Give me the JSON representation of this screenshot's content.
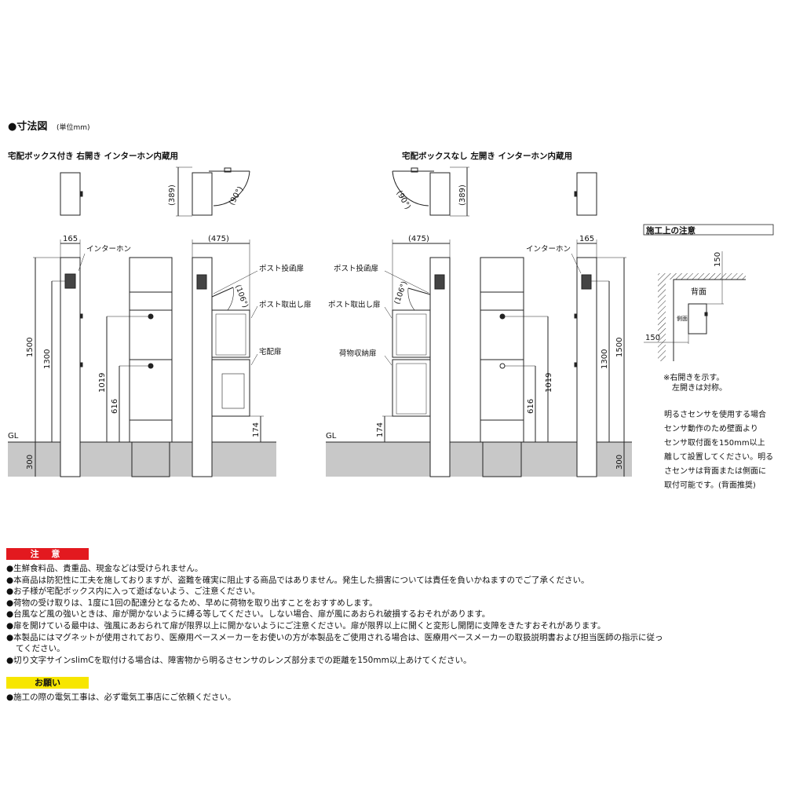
{
  "header": {
    "title": "●寸法図",
    "unit": "(単位mm)"
  },
  "left": {
    "subtitle": "宅配ボックス付き 右開き インターホン内蔵用",
    "dims": {
      "depth": "(389)",
      "angle": "(90°)",
      "width": "165",
      "total_width": "(475)",
      "h1500": "1500",
      "h1300": "1300",
      "h1019": "1019",
      "h616": "616",
      "h174": "174",
      "h300": "300",
      "post_angle": "(106°)"
    },
    "labels": {
      "intercom": "インターホン",
      "post_in": "ポスト投函扉",
      "post_out": "ポスト取出し扉",
      "delivery": "宅配扉",
      "gl": "GL"
    }
  },
  "right": {
    "subtitle": "宅配ボックスなし 左開き インターホン内蔵用",
    "dims": {
      "depth": "(389)",
      "angle": "(90°)",
      "width": "165",
      "total_width": "(475)",
      "h1500": "1500",
      "h1300": "1300",
      "h1019": "1019",
      "h616": "616",
      "h174": "174",
      "h300": "300",
      "post_angle": "(106°)"
    },
    "labels": {
      "intercom": "インターホン",
      "post_in": "ポスト投函扉",
      "post_out": "ポスト取出し扉",
      "storage": "荷物収納扉",
      "gl": "GL"
    }
  },
  "install": {
    "title": "施工上の注意",
    "dim_top": "150",
    "dim_left": "150",
    "back": "背面",
    "side": "側面",
    "note1": "※右開きを示す。",
    "note2": "左開きは対称。",
    "sensor_lines": [
      "明るさセンサを使用する場合",
      "センサ動作のため壁面より",
      "センサ取付面を150mm以上",
      "離して設置してください。明る",
      "さセンサは背面または側面に",
      "取付可能です。(背面推奨)"
    ]
  },
  "caution": {
    "title": "注 意",
    "items": [
      "●生鮮食料品、貴重品、現金などは受けられません。",
      "●本商品は防犯性に工夫を施しておりますが、盗難を確実に阻止する商品ではありません。発生した損害については責任を負いかねますのでご了承ください。",
      "●お子様が宅配ボックス内に入って遊ばないよう、ご注意ください。",
      "●荷物の受け取りは、1度に1回の配達分となるため、早めに荷物を取り出すことをおすすめします。",
      "●台風など風の強いときは、扉が開かないように縛る等してください。しない場合、扉が風にあおられ破損するおそれがあります。",
      "●扉を開けている最中は、強風にあおられて扉が限界以上に開かないようにご注意ください。扉が限界以上に開くと変形し開閉に支障をきたすおそれがあります。",
      "●本製品にはマグネットが使用されており、医療用ペースメーカーをお使いの方が本製品をご使用される場合は、医療用ペースメーカーの取扱説明書および担当医師の指示に従ってください。",
      "●切り文字サインslimCを取付ける場合は、障害物から明るさセンサのレンズ部分までの距離を150mm以上あけてください。"
    ]
  },
  "request": {
    "title": "お願い",
    "items": [
      "●施工の際の電気工事は、必ず電気工事店にご依頼ください。"
    ]
  },
  "colors": {
    "caution": "#e3191f",
    "request": "#f7e600",
    "ground": "#c8c8c8"
  }
}
